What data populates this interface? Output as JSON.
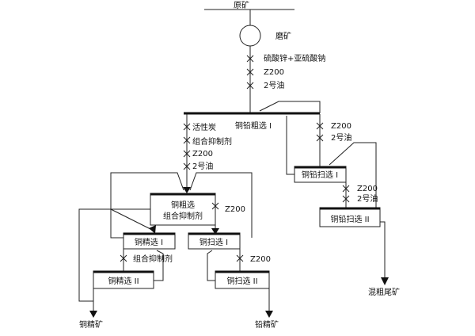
{
  "labels": {
    "ore": "原矿",
    "grinding": "磨矿",
    "reagent_zinc_sulfite": "硫酸锌+亚硫酸钠",
    "reagent_z200_a": "Z200",
    "reagent_oil2_a": "2号油",
    "cu_pb_rougher": "铜铅粗选 I",
    "reagent_carbon": "活性炭",
    "reagent_depressant_a": "组合抑制剂",
    "reagent_z200_b": "Z200",
    "reagent_oil2_b": "2号油",
    "reagent_z200_c": "Z200",
    "reagent_oil2_c": "2号油",
    "cu_pb_scav1": "铜铅扫选 I",
    "reagent_z200_d": "Z200",
    "reagent_oil2_d": "2号油",
    "cu_pb_scav2": "铜铅扫选 II",
    "mixed_tailings": "混粗尾矿",
    "cu_rougher": "铜粗选",
    "reagent_depressant_b": "组合抑制剂",
    "reagent_z200_e": "Z200",
    "cu_cleaner1": "铜精选 I",
    "cu_scav1": "铜扫选 I",
    "reagent_depressant_c": "组合抑制剂",
    "reagent_z200_f": "Z200",
    "cu_cleaner2": "铜精选 II",
    "cu_scav2": "铜扫选 II",
    "cu_concentrate": "铜精矿",
    "pb_concentrate": "铅精矿"
  }
}
